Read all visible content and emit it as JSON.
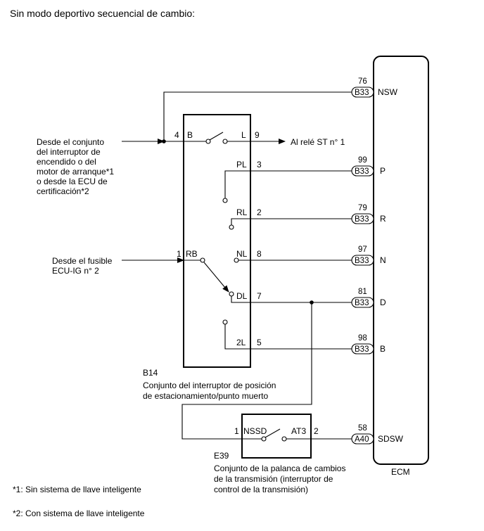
{
  "title": "Sin modo deportivo secuencial de cambio:",
  "ecm": {
    "label": "ECM",
    "pins": [
      {
        "num": "76",
        "conn": "B33",
        "signal": "NSW"
      },
      {
        "num": "99",
        "conn": "B33",
        "signal": "P"
      },
      {
        "num": "79",
        "conn": "B33",
        "signal": "R"
      },
      {
        "num": "97",
        "conn": "B33",
        "signal": "N"
      },
      {
        "num": "81",
        "conn": "B33",
        "signal": "D"
      },
      {
        "num": "98",
        "conn": "B33",
        "signal": "B"
      },
      {
        "num": "58",
        "conn": "A40",
        "signal": "SDSW"
      }
    ]
  },
  "switch_b14": {
    "code": "B14",
    "desc": [
      "Conjunto del interruptor de posición",
      "de estacionamiento/punto muerto"
    ],
    "pins": {
      "b": {
        "num": "4",
        "label": "B"
      },
      "l": {
        "num": "9",
        "label": "L"
      },
      "pl": {
        "num": "3",
        "label": "PL"
      },
      "rl": {
        "num": "2",
        "label": "RL"
      },
      "rb": {
        "num": "1",
        "label": "RB"
      },
      "nl": {
        "num": "8",
        "label": "NL"
      },
      "dl": {
        "num": "7",
        "label": "DL"
      },
      "l2": {
        "num": "5",
        "label": "2L"
      }
    }
  },
  "lever_e39": {
    "code": "E39",
    "desc": [
      "Conjunto de la palanca de cambios",
      "de la transmisión (interruptor de",
      "control de la transmisión)"
    ],
    "pins": {
      "nssd": {
        "num": "1",
        "label": "NSSD"
      },
      "at3": {
        "num": "2",
        "label": "AT3"
      }
    }
  },
  "sources": {
    "ignition": [
      "Desde el conjunto",
      "del interruptor de",
      "encendido o del",
      "motor de arranque*1",
      "o desde la ECU de",
      "certificación*2"
    ],
    "fuse": [
      "Desde el fusible",
      "ECU-IG n° 2"
    ],
    "st_relay": "Al relé ST n° 1"
  },
  "footnotes": [
    "*1: Sin sistema de llave inteligente",
    "*2: Con sistema de llave inteligente"
  ]
}
